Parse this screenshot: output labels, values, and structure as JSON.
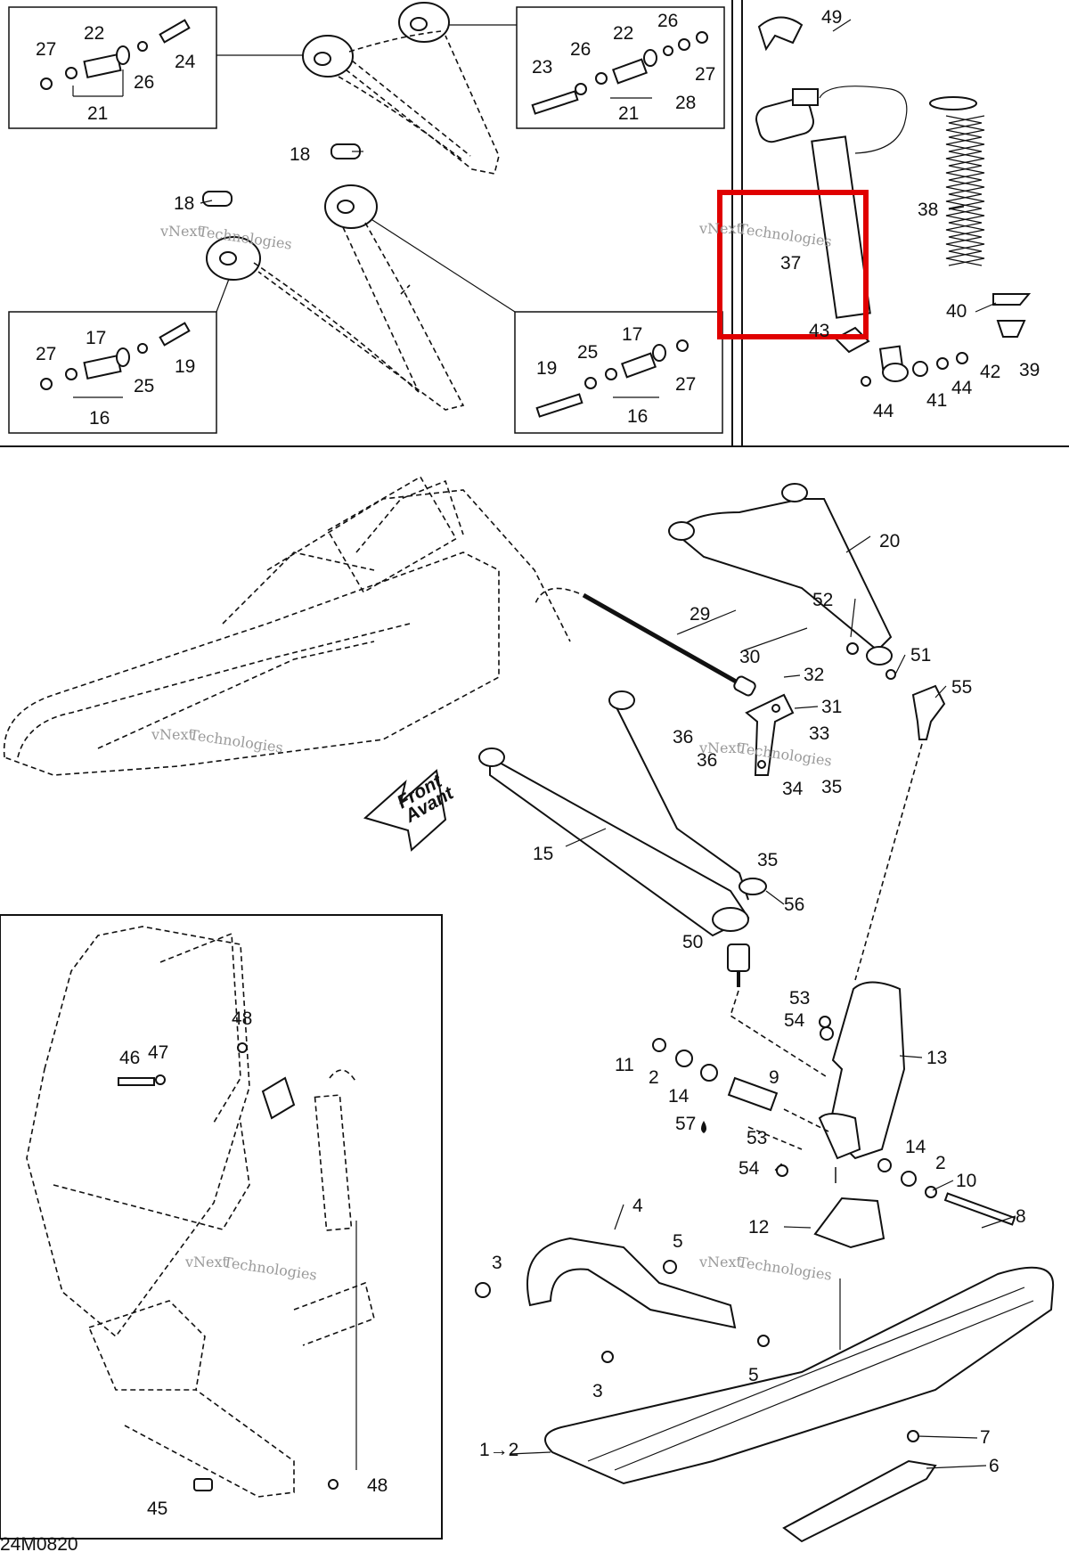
{
  "diagram": {
    "drawing_code": "24M0820",
    "arrow_label_line1": "Front",
    "arrow_label_line2": "Avant",
    "watermark_line1": "vNext",
    "watermark_line2": "Technologies",
    "highlight_color": "#e00000"
  },
  "labels": {
    "p1": "1→2",
    "p2a": "2",
    "p2b": "2",
    "p3a": "3",
    "p3b": "3",
    "p4": "4",
    "p5a": "5",
    "p5b": "5",
    "p6": "6",
    "p7": "7",
    "p8": "8",
    "p9": "9",
    "p10": "10",
    "p11": "11",
    "p12": "12",
    "p13": "13",
    "p14a": "14",
    "p14b": "14",
    "p15": "15",
    "p16a": "16",
    "p16b": "16",
    "p17a": "17",
    "p17b": "17",
    "p18a": "18",
    "p18b": "18",
    "p19a": "19",
    "p19b": "19",
    "p20": "20",
    "p21a": "21",
    "p21b": "21",
    "p22a": "22",
    "p22b": "22",
    "p23": "23",
    "p24": "24",
    "p25a": "25",
    "p25b": "25",
    "p26a": "26",
    "p26b": "26",
    "p26c": "26",
    "p27a": "27",
    "p27b": "27",
    "p27c": "27",
    "p27d": "27",
    "p28": "28",
    "p29": "29",
    "p30": "30",
    "p31": "31",
    "p32": "32",
    "p33": "33",
    "p34": "34",
    "p35a": "35",
    "p35b": "35",
    "p36a": "36",
    "p36b": "36",
    "p37": "37",
    "p38": "38",
    "p39": "39",
    "p40": "40",
    "p41": "41",
    "p42": "42",
    "p43": "43",
    "p44a": "44",
    "p44b": "44",
    "p45": "45",
    "p46": "46",
    "p47": "47",
    "p48a": "48",
    "p48b": "48",
    "p49": "49",
    "p50": "50",
    "p51": "51",
    "p52": "52",
    "p53a": "53",
    "p53b": "53",
    "p54a": "54",
    "p54b": "54",
    "p55": "55",
    "p56": "56",
    "p57": "57"
  }
}
